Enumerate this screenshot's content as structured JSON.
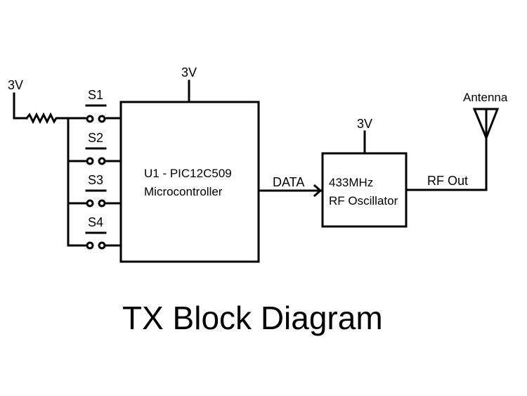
{
  "title": "TX Block Diagram",
  "supply_label": "3V",
  "switches": [
    {
      "label": "S1"
    },
    {
      "label": "S2"
    },
    {
      "label": "S3"
    },
    {
      "label": "S4"
    }
  ],
  "microcontroller": {
    "line1": "U1 - PIC12C509",
    "line2": "Microcontroller",
    "supply": "3V"
  },
  "data_signal": "DATA",
  "rf_oscillator": {
    "line1": "433MHz",
    "line2": "RF Oscillator",
    "supply": "3V"
  },
  "rf_out_label": "RF Out",
  "antenna_label": "Antenna",
  "colors": {
    "line": "#000000",
    "background": "#ffffff"
  }
}
